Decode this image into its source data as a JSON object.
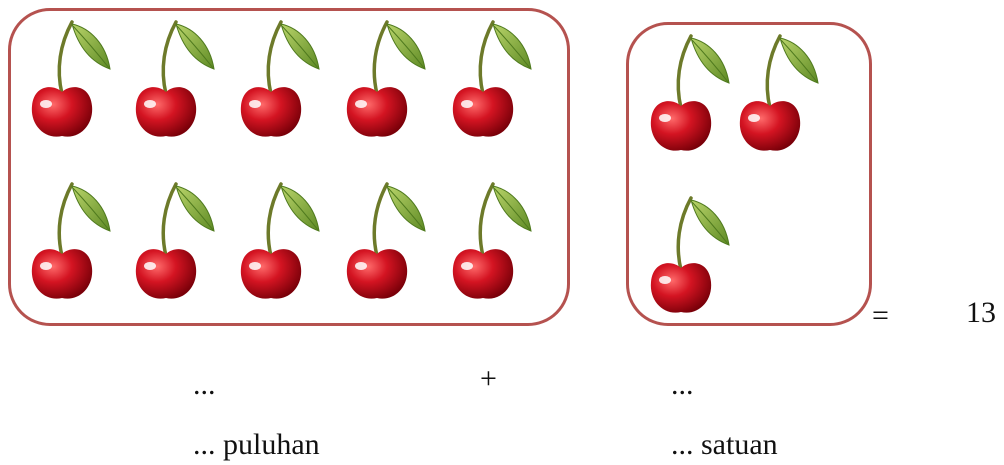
{
  "tens_group": {
    "cherry_count": 10,
    "icon": "cherry-icon"
  },
  "ones_group": {
    "cherry_count": 3,
    "icon": "cherry-icon"
  },
  "equation": {
    "equals": "=",
    "total": "13"
  },
  "blanks": {
    "tens_blank": "...",
    "plus": "+",
    "ones_blank": "..."
  },
  "place_labels": {
    "tens": "... puluhan",
    "ones": "... satuan"
  },
  "colors": {
    "box_border": "#b5524f",
    "cherry_red": "#c8101c",
    "leaf_green": "#7fa83a"
  }
}
